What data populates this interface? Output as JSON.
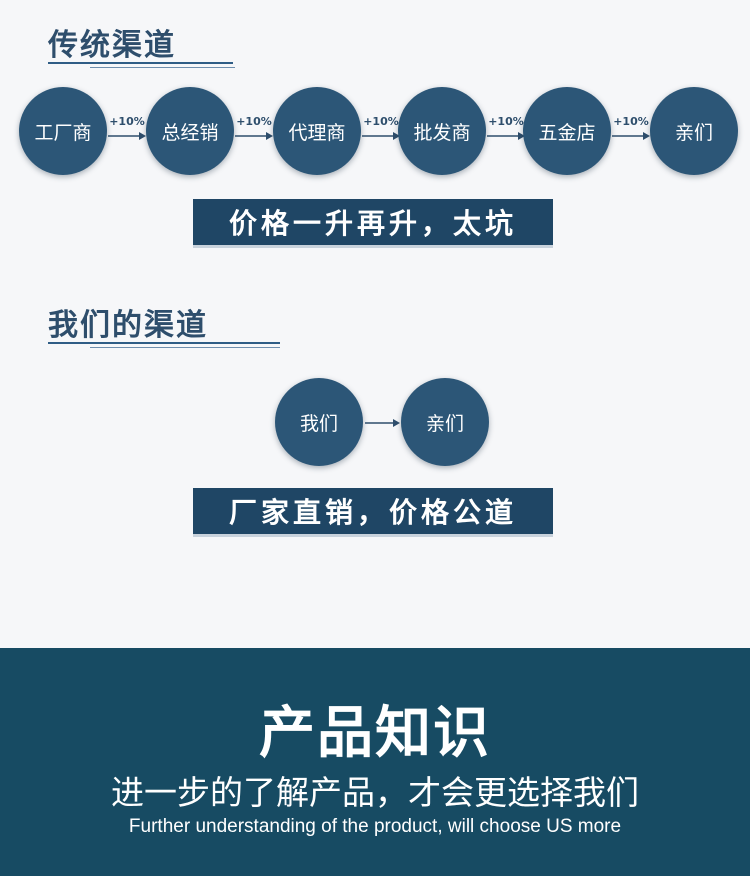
{
  "traditional": {
    "title": "传统渠道",
    "nodes": [
      "工厂商",
      "总经销",
      "代理商",
      "批发商",
      "五金店",
      "亲们"
    ],
    "markups": [
      "+10%",
      "+10%",
      "+10%",
      "+10%",
      "+10%"
    ],
    "banner": "价格一升再升，太坑"
  },
  "ours": {
    "title": "我们的渠道",
    "nodes": [
      "我们",
      "亲们"
    ],
    "banner": "厂家直销，价格公道"
  },
  "footer": {
    "title": "产品知识",
    "subtitle": "进一步的了解产品，才会更选择我们",
    "english": "Further understanding of the product, will choose US more"
  },
  "colors": {
    "circle": "#2c5677",
    "banner": "#1f4665",
    "footer": "#174b63",
    "title": "#2e4e6c"
  },
  "icons": {
    "arrow": "arrow-right-icon"
  }
}
